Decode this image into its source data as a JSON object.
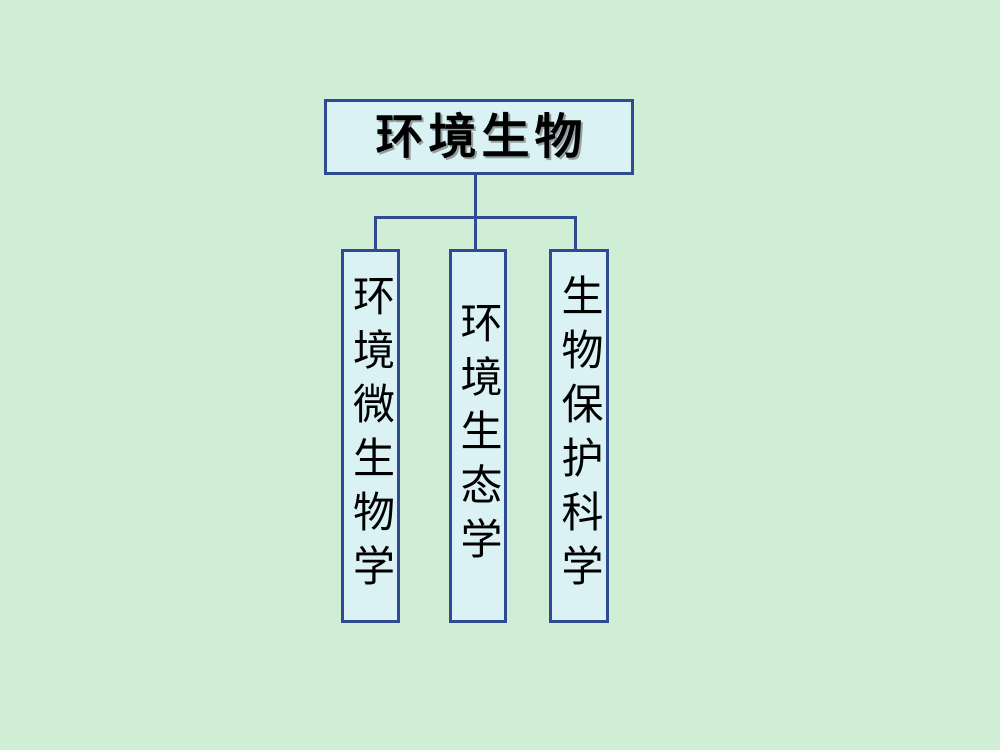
{
  "colors": {
    "background": "#d0eed6",
    "box_fill": "#daf2f4",
    "line": "#2e4b94",
    "text": "#000000"
  },
  "diagram": {
    "type": "tree",
    "root": {
      "label": "环境生物"
    },
    "children": [
      {
        "label": "环境微生物学"
      },
      {
        "label": "环境生态学"
      },
      {
        "label": "生物保护科学"
      }
    ]
  }
}
